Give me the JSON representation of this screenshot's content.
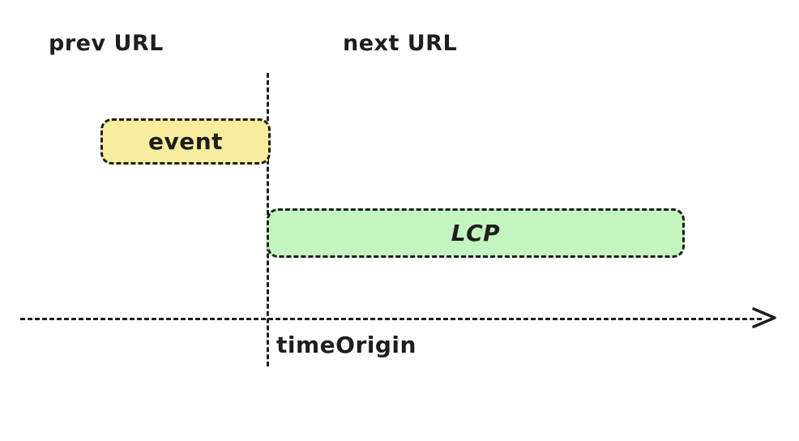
{
  "diagram": {
    "title": "navigation timeline diagram",
    "labels": {
      "prev_url": "prev URL",
      "next_url": "next URL",
      "time_origin": "timeOrigin"
    },
    "boxes": {
      "event": {
        "label": "event",
        "fill": "#f8ec9e"
      },
      "lcp": {
        "label": "LCP",
        "fill": "#c4f5c1"
      }
    },
    "icons": {
      "axis_arrow": "arrow-right-icon"
    },
    "colors": {
      "stroke": "#1e1e1e",
      "background": "#ffffff"
    }
  }
}
